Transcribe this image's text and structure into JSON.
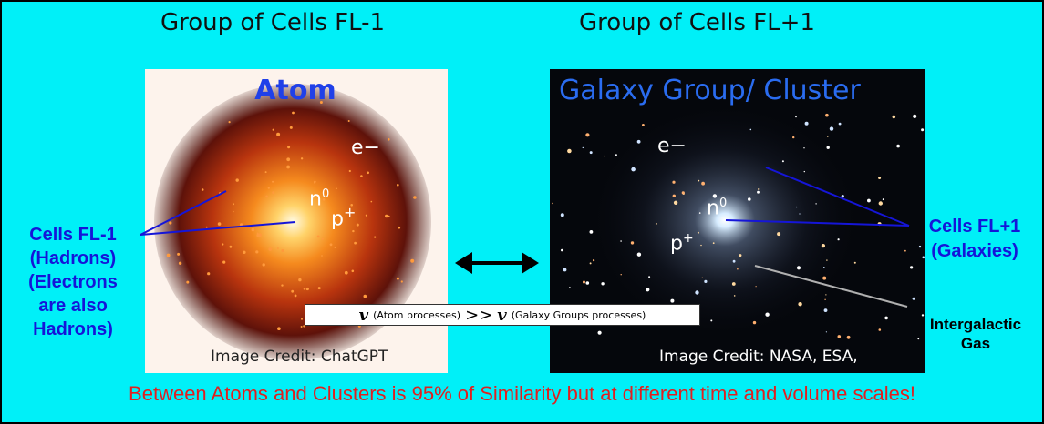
{
  "left": {
    "heading": "Group of Cells FL-1",
    "title": "Atom",
    "credit": "Image Credit: ChatGPT",
    "electron": "e−",
    "neutron": "n",
    "neutron_sup": "0",
    "proton": "p",
    "proton_sup": "+"
  },
  "right": {
    "heading": "Group of Cells FL+1",
    "title": "Galaxy Group/ Cluster",
    "credit": "Image Credit: NASA, ESA,",
    "electron": "e−",
    "neutron": "n",
    "neutron_sup": "0",
    "proton": "p",
    "proton_sup": "+"
  },
  "side_left": {
    "line1": "Cells FL-1",
    "line2": "(Hadrons)",
    "line3": "(Electrons",
    "line4": "are also",
    "line5": "Hadrons)"
  },
  "side_right": {
    "line1": "Cells FL+1",
    "line2": "(Galaxies)",
    "gas1": "Intergalactic",
    "gas2": "Gas"
  },
  "relation": {
    "symbol": "𝒗",
    "left_text": "(Atom processes)",
    "operator": ">>",
    "right_text": "(Galaxy Groups processes)"
  },
  "footer": "Between Atoms and Clusters is 95% of Similarity but at different time and volume scales!",
  "colors": {
    "background": "#00f0f8",
    "blue_label": "#1515d8",
    "title_blue": "#2050e8",
    "footer_red": "#e02020"
  }
}
